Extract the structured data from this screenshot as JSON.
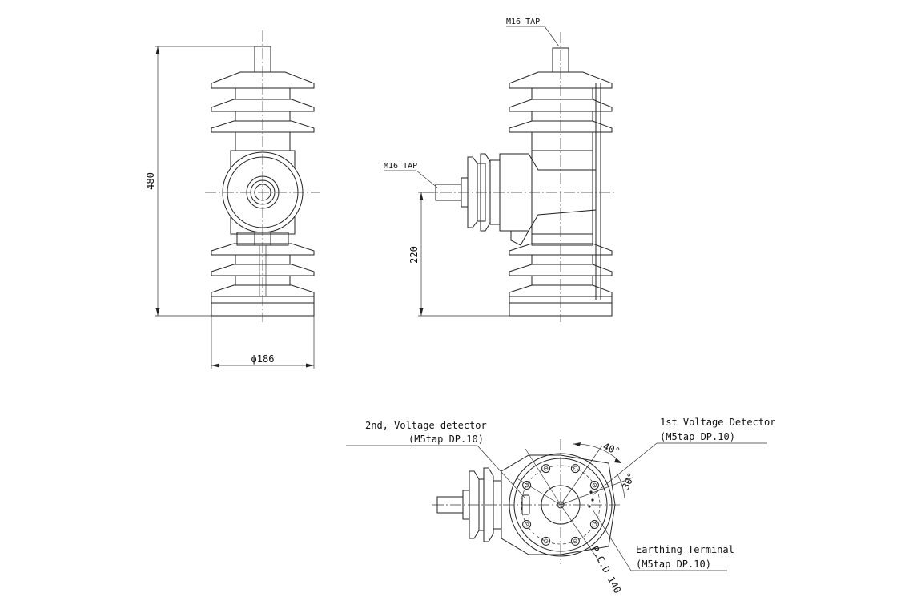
{
  "labels": {
    "m16_tap_top": "M16 TAP",
    "m16_tap_side": "M16 TAP",
    "second_detector_title": "2nd, Voltage detector",
    "second_detector_spec": "(M5tap DP.10)",
    "first_detector_title": "1st Voltage Detector",
    "first_detector_spec": "(M5tap DP.10)",
    "earthing_title": "Earthing Terminal",
    "earthing_spec": "(M5tap DP.10)",
    "pcd": "P.C.D 140"
  },
  "dimensions": {
    "height": "480",
    "diameter": "ϕ186",
    "side_height": "220",
    "angle_a": "40°",
    "angle_b": "30°"
  },
  "colors": {
    "line": "#222222",
    "background": "#ffffff"
  }
}
